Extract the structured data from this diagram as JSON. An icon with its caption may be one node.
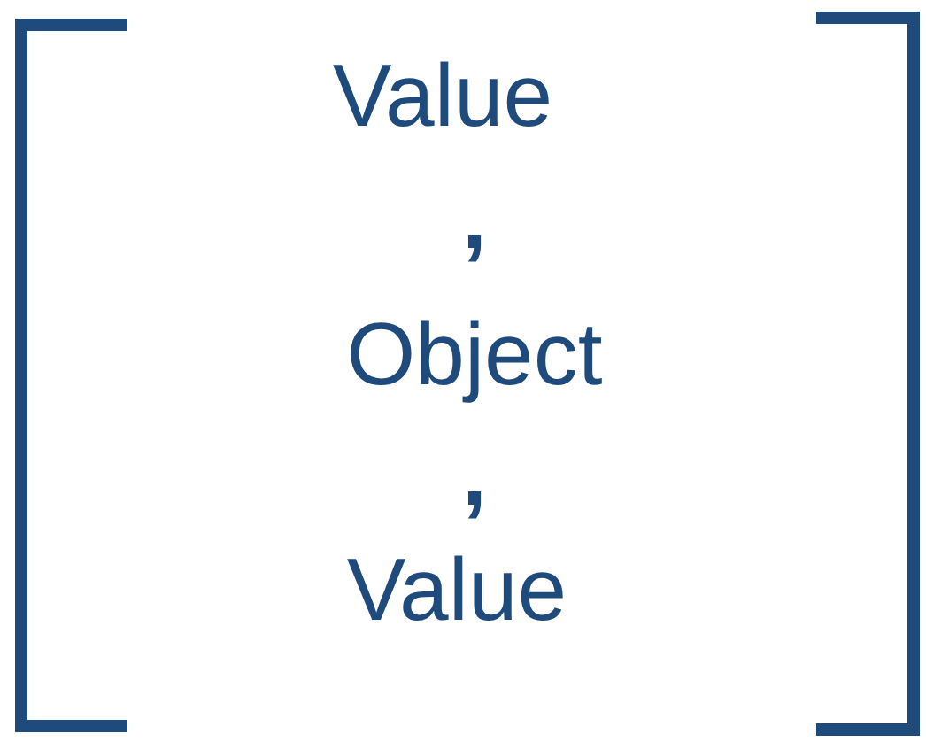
{
  "diagram": {
    "labels": [
      "Value",
      ",",
      "Object",
      ",",
      "Value"
    ]
  }
}
